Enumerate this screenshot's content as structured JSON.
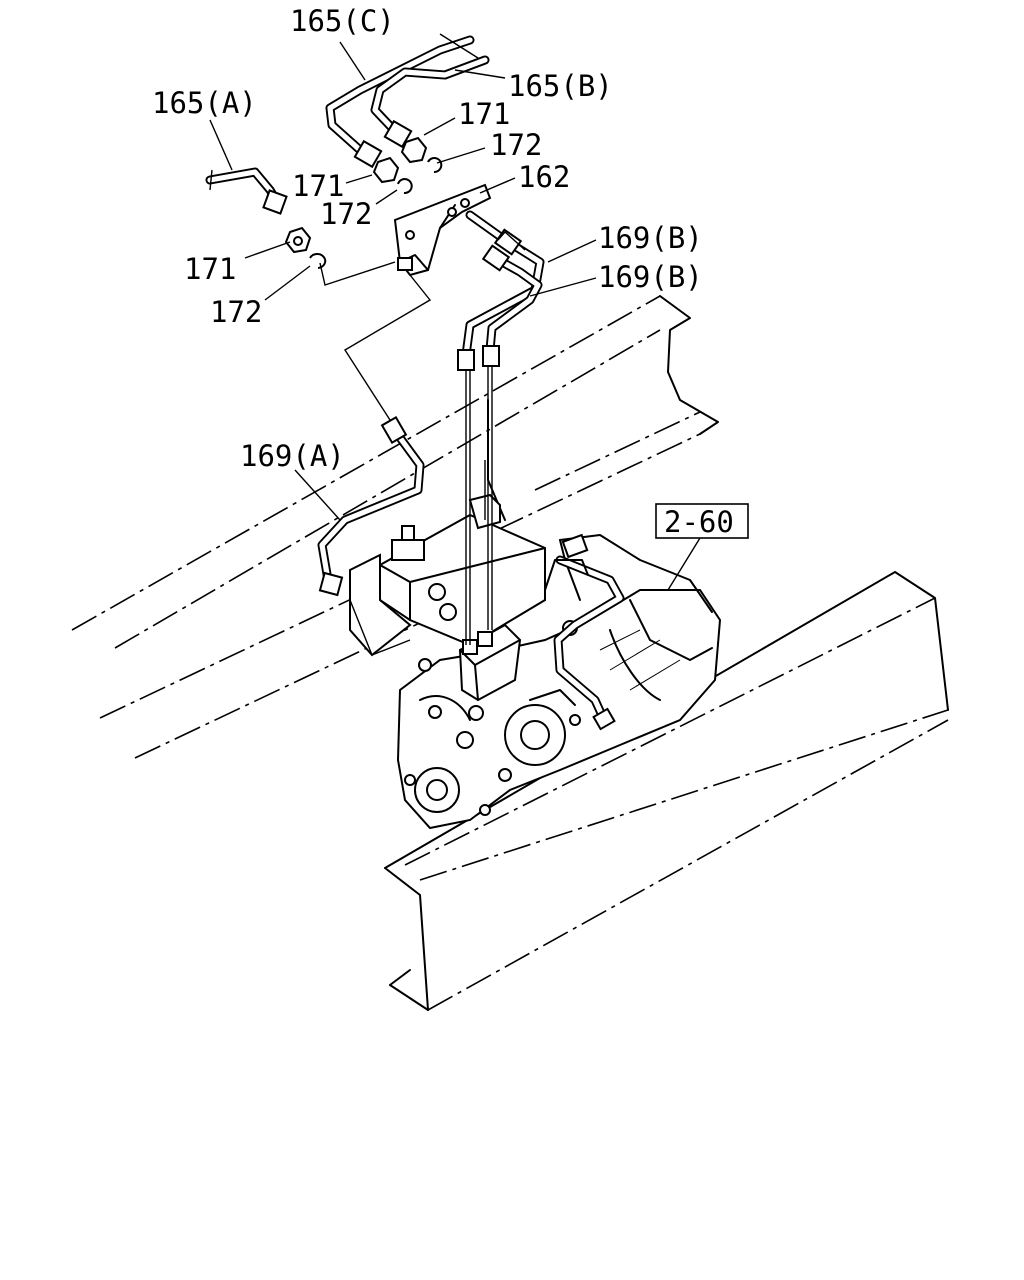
{
  "callouts": {
    "l165c": "165(C)",
    "l165b": "165(B)",
    "l165a": "165(A)",
    "l171_top": "171",
    "l172_top": "172",
    "l171_mid": "171",
    "l172_mid": "172",
    "l162": "162",
    "l169b_1": "169(B)",
    "l169b_2": "169(B)",
    "l171_low": "171",
    "l172_low": "172",
    "l169a": "169(A)"
  },
  "reference_box": {
    "label": "2-60"
  }
}
